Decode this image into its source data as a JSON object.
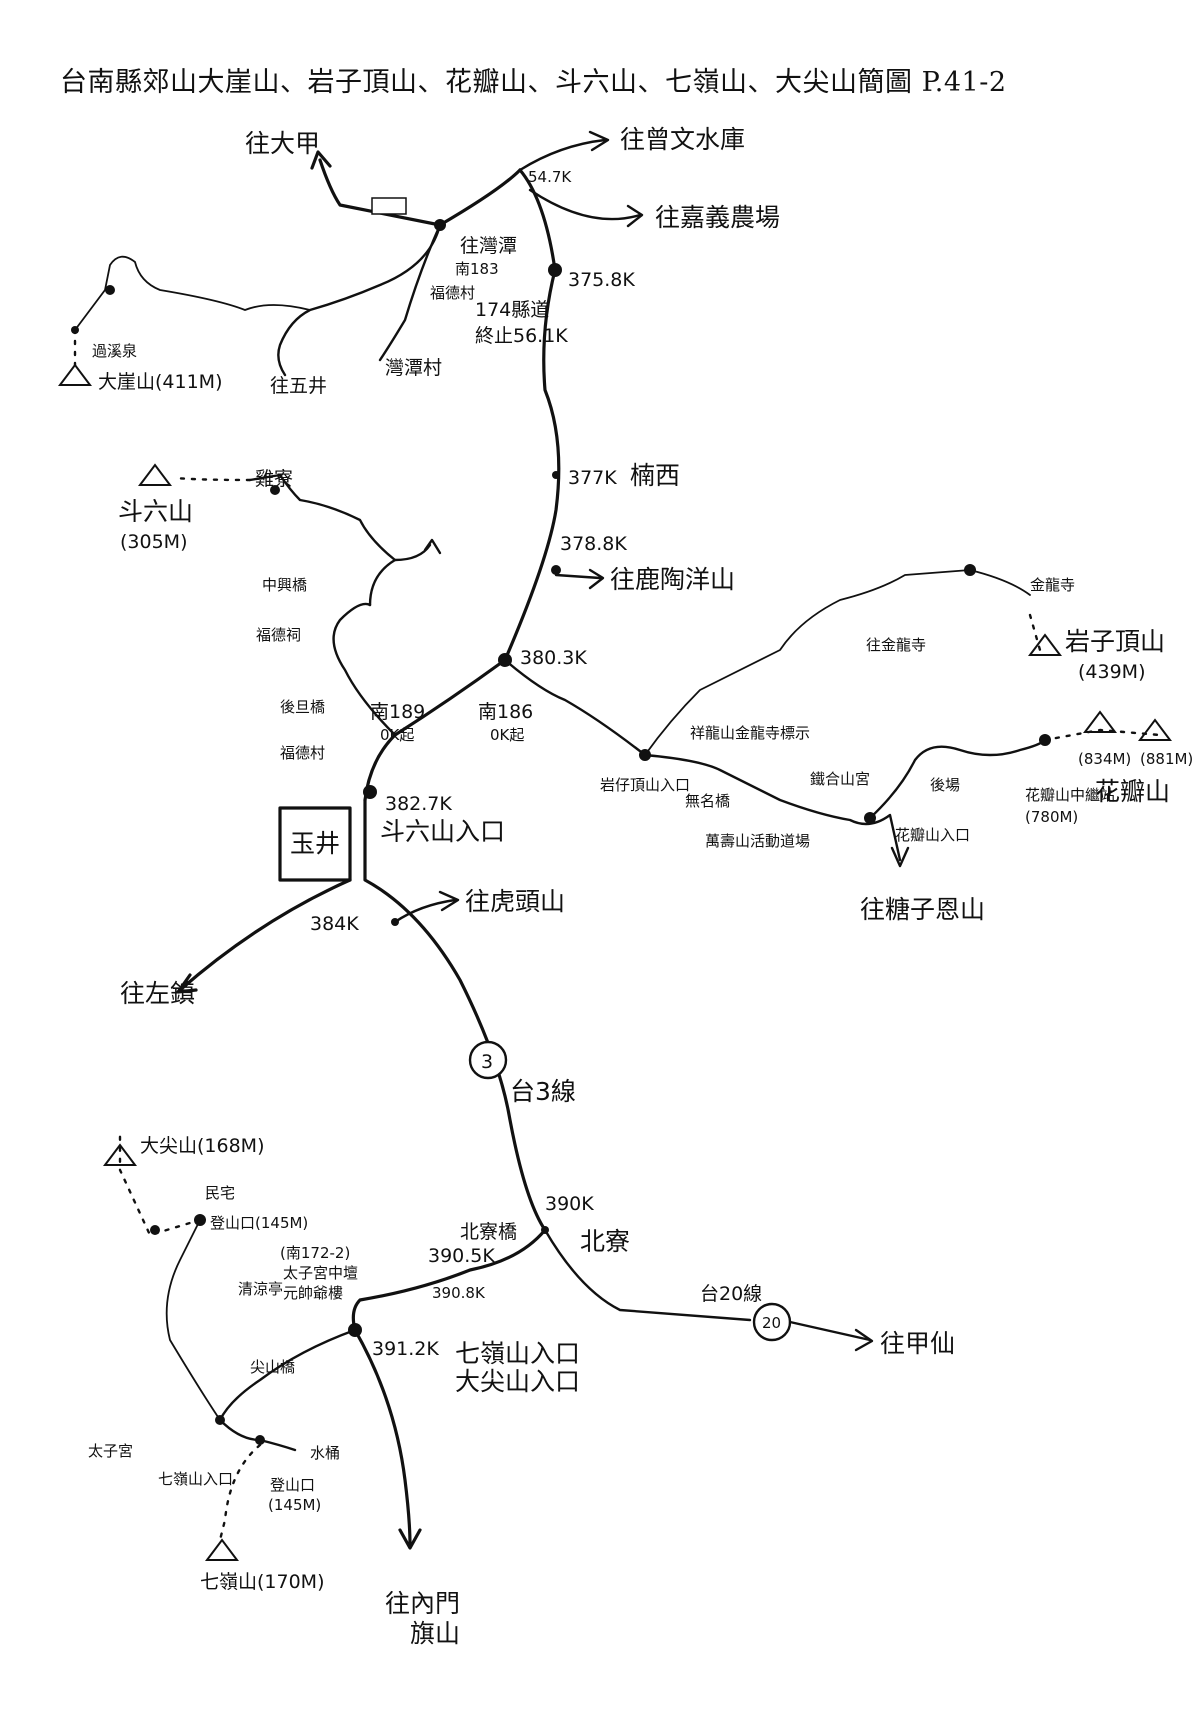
{
  "title": "台南縣郊山大崖山、岩子頂山、花瓣山、斗六山、七嶺山、大尖山簡圖 P.41-2",
  "peaks": {
    "daya": "大崖山(411M)",
    "douliu": "斗六山",
    "douliu_elev": "(305M)",
    "yanziding": "岩子頂山",
    "yanziding_elev": "(439M)",
    "huaban": "花瓣山",
    "huaban_elev": "(881M)",
    "jian_peak": "(834M)",
    "dajian": "大尖山(168M)",
    "qiling": "七嶺山(170M)"
  },
  "km": {
    "k547": "54.7K",
    "k3758": "375.8K",
    "k377": "377K",
    "k3788": "378.8K",
    "k3803": "380.3K",
    "k3827": "382.7K",
    "k384": "384K",
    "k390": "390K",
    "k3905": "390.5K",
    "k3908": "390.8K",
    "k3912": "391.2K"
  },
  "places": {
    "to_dajia": "往大甲",
    "to_zengwen": "往曾文水庫",
    "to_jiayi_farm": "往嘉義農場",
    "to_wantan": "往灣潭",
    "nan183": "南183",
    "fude": "福德村",
    "road174": "174縣道",
    "road174_end": "終止56.1K",
    "wantan_village": "灣潭村",
    "to_wujing": "往五井",
    "guojiang": "過溪泉",
    "nanxi": "楠西",
    "to_lutao": "往鹿陶洋山",
    "jiliao": "雞寮",
    "zhongxing_bridge": "中興橋",
    "fude_temple": "福德祠",
    "houhan_bridge": "後旦橋",
    "fude_village2": "福德村",
    "nan189": "南189",
    "nan189_km": "0K起",
    "nan186": "南186",
    "nan186_km": "0K起",
    "yujing": "玉井",
    "douliu_entry": "斗六山入口",
    "to_hutou": "往虎頭山",
    "to_zuozhen": "往左鎮",
    "route3_num": "3",
    "route3": "台3線",
    "to_jinlong": "往金龍寺",
    "jinlong_temple": "金龍寺",
    "yanzi_entry": "岩仔頂山入口",
    "xianglong": "祥龍山金龍寺標示",
    "wuming_bridge": "無名橋",
    "wanxian": "萬壽山活動道場",
    "wanxian_short": "鐵合山宮",
    "huaban_entry": "花瓣山入口",
    "to_tangzi": "往糖子恩山",
    "huaban_mid": "花瓣山中繼站",
    "huaban_mid_elev": "(780M)",
    "houchang": "後場",
    "beiliao_bridge": "北寮橋",
    "beiliao": "北寮",
    "route20": "台20線",
    "route20_num": "20",
    "to_jiaxian": "往甲仙",
    "nan1722": "(南172-2)",
    "taizi_temple": "太子宮中壇",
    "yuanshuai": "元帥爺樓",
    "qiling_entry": "七嶺山入口",
    "dajian_entry": "大尖山入口",
    "to_neimen": "往內門",
    "qishan": "旗山",
    "minzhai": "民宅",
    "dengshan": "登山口(145M)",
    "dengshan2": "登山口",
    "dengshan2_elev": "(145M)",
    "taizi_gong": "太子宮",
    "qiling_trail_entry": "七嶺山入口",
    "shuijiao": "水桶",
    "jianshan_bridge": "尖山橋",
    "pavilion": "清涼亭"
  }
}
